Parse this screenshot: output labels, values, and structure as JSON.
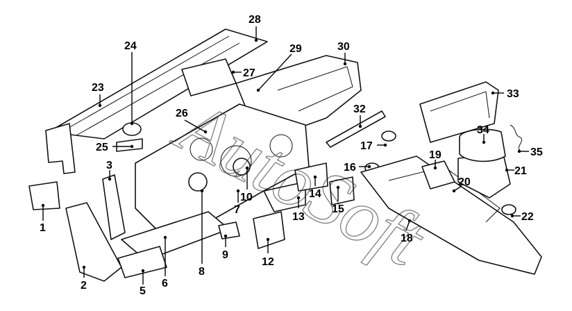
{
  "watermark": "AutoSoft",
  "callouts": {
    "c1": "1",
    "c2": "2",
    "c3": "3",
    "c5": "5",
    "c6": "6",
    "c7": "7",
    "c8": "8",
    "c9": "9",
    "c10": "10",
    "c12": "12",
    "c13": "13",
    "c14": "14",
    "c15": "15",
    "c16": "16",
    "c17": "17",
    "c18": "18",
    "c19": "19",
    "c20": "20",
    "c21": "21",
    "c22": "22",
    "c23": "23",
    "c24": "24",
    "c25": "25",
    "c26": "26",
    "c27": "27",
    "c28": "28",
    "c29": "29",
    "c30": "30",
    "c32": "32",
    "c33": "33",
    "c34": "34",
    "c35": "35"
  }
}
